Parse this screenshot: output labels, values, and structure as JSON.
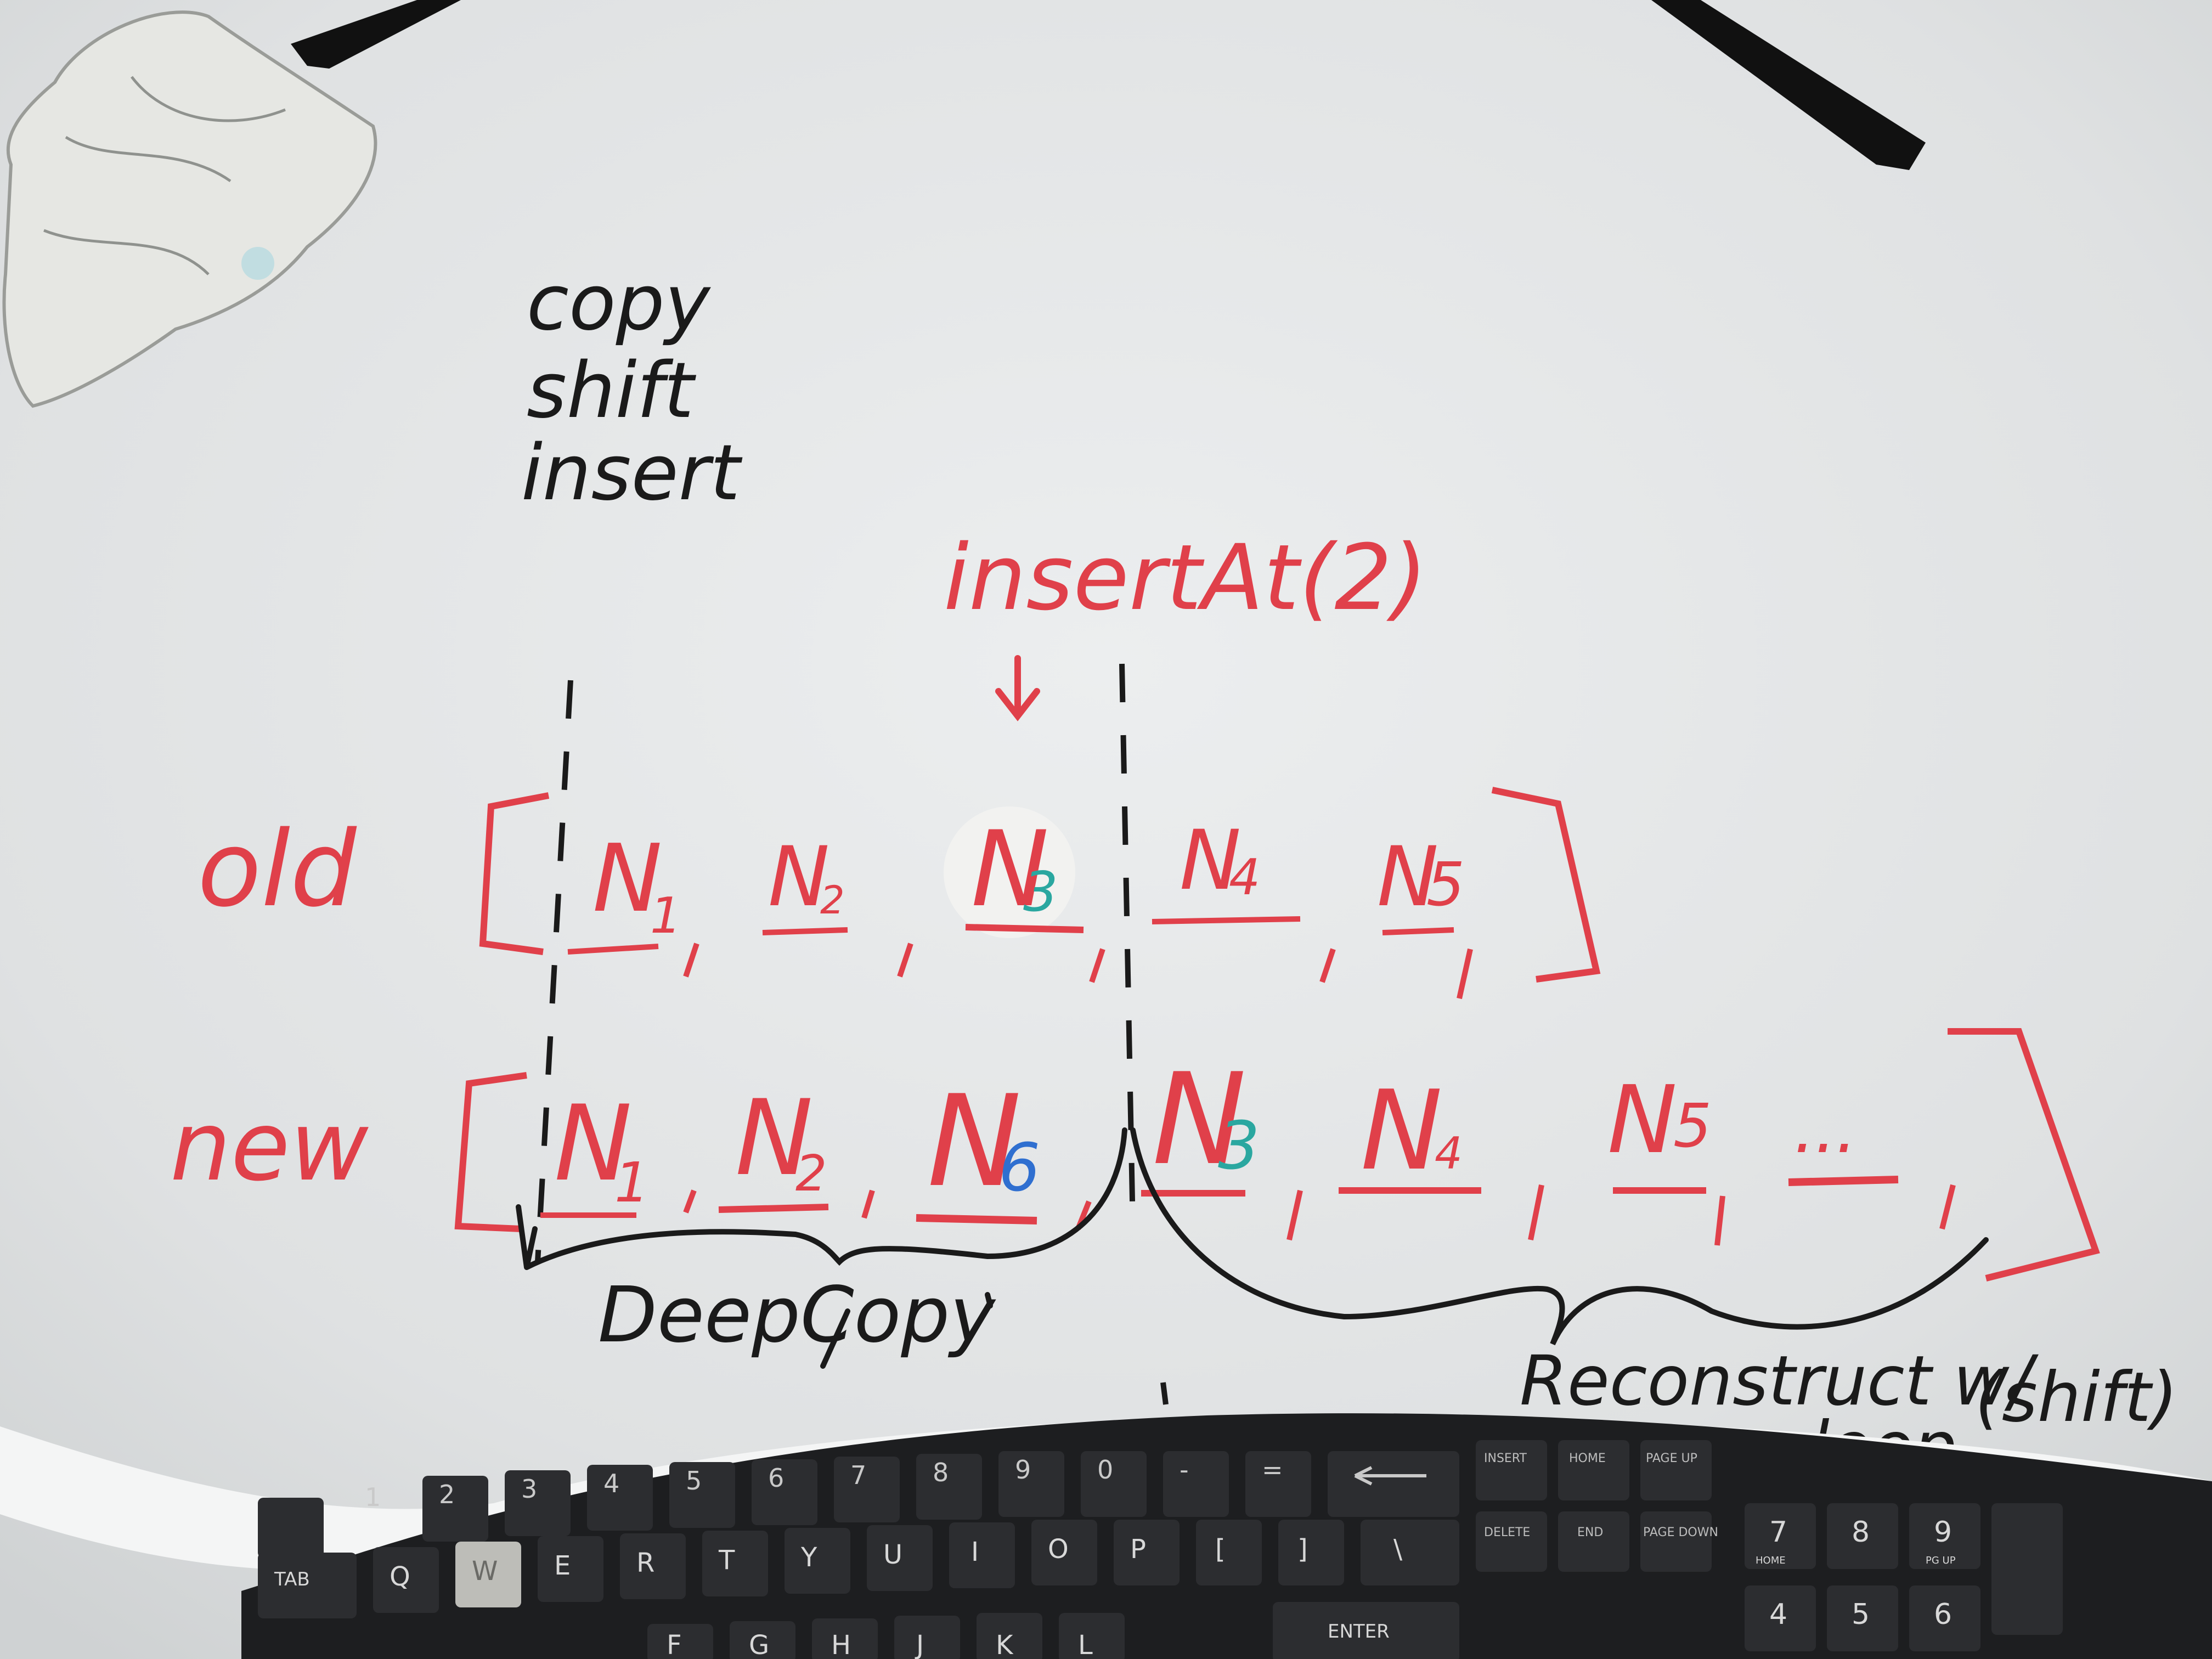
{
  "whiteboard": {
    "notes": {
      "line1": "copy",
      "line2": "shift",
      "line3": "insert"
    },
    "operation": "insertAt(2)",
    "rows": {
      "old_label": "old",
      "new_label": "new"
    },
    "old_array": [
      {
        "name": "N",
        "sub": "1"
      },
      {
        "name": "N",
        "sub": "2"
      },
      {
        "name": "N",
        "sub": "3"
      },
      {
        "name": "N",
        "sub": "4"
      },
      {
        "name": "N",
        "sub": "5"
      }
    ],
    "new_array": [
      {
        "name": "N",
        "sub": "1"
      },
      {
        "name": "N",
        "sub": "2"
      },
      {
        "name": "N",
        "sub": "6"
      },
      {
        "name": "N",
        "sub": "3"
      },
      {
        "name": "N",
        "sub": "4"
      },
      {
        "name": "N",
        "sub": "5"
      },
      {
        "name": "...",
        "sub": ""
      }
    ],
    "brace_labels": {
      "deep_copy": "DeepCopy",
      "reconstruct_line1": "Reconstruct w/",
      "reconstruct_line2": "loop",
      "reconstruct_shift": "(shift)"
    },
    "colors": {
      "red_marker": "#e0404a",
      "black_marker": "#1a1a1a",
      "teal_marker": "#2aa7a0",
      "blue_marker": "#2f6fd0"
    }
  },
  "keyboard": {
    "number_row": [
      "1",
      "2",
      "3",
      "4",
      "5",
      "6",
      "7",
      "8",
      "9",
      "0",
      "-",
      "="
    ],
    "letter_row": [
      "TAB",
      "Q",
      "W",
      "E",
      "R",
      "T",
      "Y",
      "U",
      "I",
      "O",
      "P",
      "[",
      "]",
      "\\"
    ],
    "bottom_row": [
      "F",
      "G",
      "H",
      "J",
      "K",
      "L"
    ],
    "enter_label": "ENTER",
    "nav_keys": [
      "INSERT",
      "HOME",
      "PAGE UP",
      "DELETE",
      "END",
      "PAGE DOWN"
    ],
    "numpad_row1": [
      "7",
      "8",
      "9"
    ],
    "numpad_row2": [
      "4",
      "5",
      "6"
    ],
    "numpad_mini": [
      "HOME",
      "PG UP"
    ]
  }
}
